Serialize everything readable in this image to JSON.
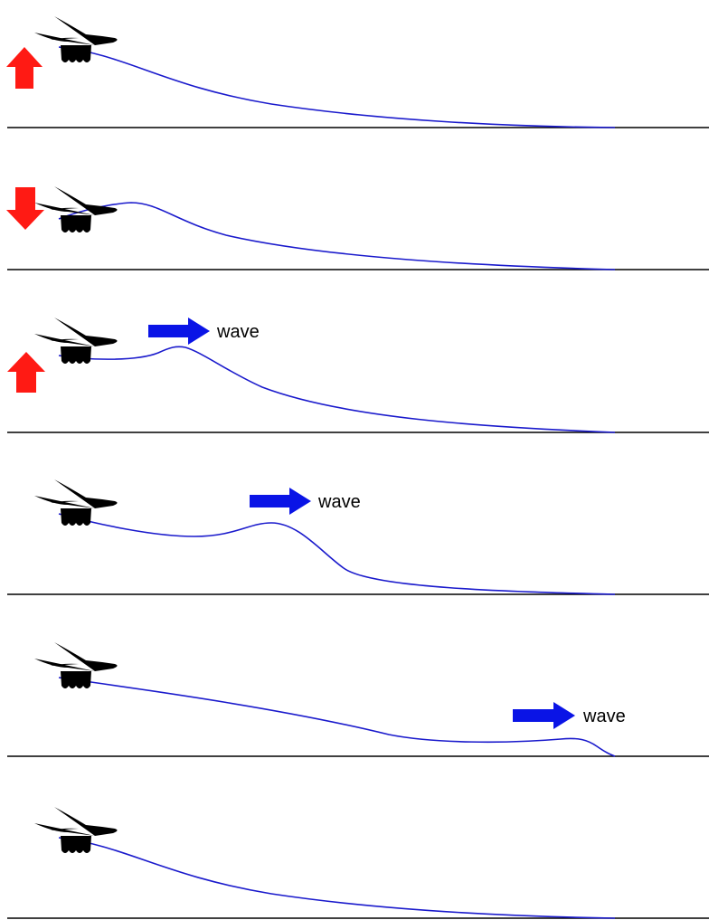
{
  "colors": {
    "rope": "#1a1acc",
    "wave_arrow": "#0a14e6",
    "hand_arrow": "#ff1a14",
    "ground": "#000000"
  },
  "icons": {
    "hand": "hand-holding-rope-icon",
    "hand_motion_up": "arrow-up-icon",
    "hand_motion_down": "arrow-down-icon",
    "wave_direction": "arrow-right-icon"
  },
  "panels": [
    {
      "hand_motion": "up",
      "wave_label": ""
    },
    {
      "hand_motion": "down",
      "wave_label": ""
    },
    {
      "hand_motion": "up",
      "wave_label": "wave"
    },
    {
      "hand_motion": "none",
      "wave_label": "wave"
    },
    {
      "hand_motion": "none",
      "wave_label": "wave"
    },
    {
      "hand_motion": "none",
      "wave_label": ""
    }
  ]
}
